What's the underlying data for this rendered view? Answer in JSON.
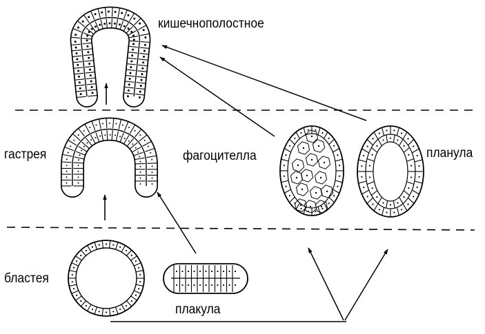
{
  "labels": {
    "coelenterate": "кишечнополостное",
    "gastraea": "гастрея",
    "phagocytella": "фагоцителла",
    "planula": "планула",
    "blastaea": "бластея",
    "placula": "плакула"
  },
  "colors": {
    "ink": "#000000",
    "background": "#ffffff"
  }
}
